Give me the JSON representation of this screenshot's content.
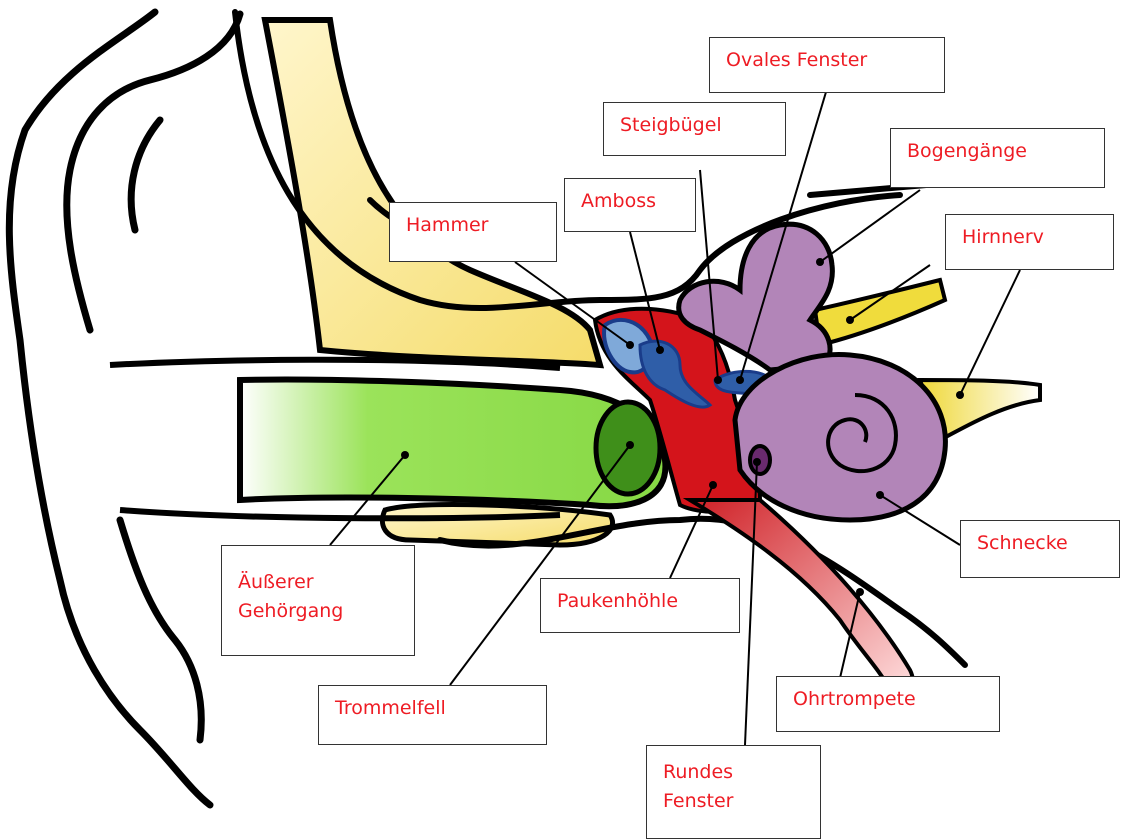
{
  "labels": {
    "ovales_fenster": "Ovales Fenster",
    "steigbuegel": "Steigbügel",
    "amboss": "Amboss",
    "hammer": "Hammer",
    "bogengaenge": "Bogengänge",
    "hirnnerv": "Hirnnerv",
    "schnecke": "Schnecke",
    "aeusserer_gehoergang": "Äußerer\nGehörgang",
    "paukenhoehle": "Paukenhöhle",
    "trommelfell": "Trommelfell",
    "ohrtrompete": "Ohrtrompete",
    "rundes_fenster": "Rundes\nFenster"
  },
  "colors": {
    "label_text": "#ee1c24",
    "outline": "#000000",
    "bone": "#f7e27a",
    "ear_canal": "#8fe04a",
    "eardrum": "#3f8f1a",
    "middle_ear": "#d4141b",
    "ossicles": "#7fa9d9",
    "inner_ear": "#b285b8",
    "nerve": "#f0dc3c"
  }
}
